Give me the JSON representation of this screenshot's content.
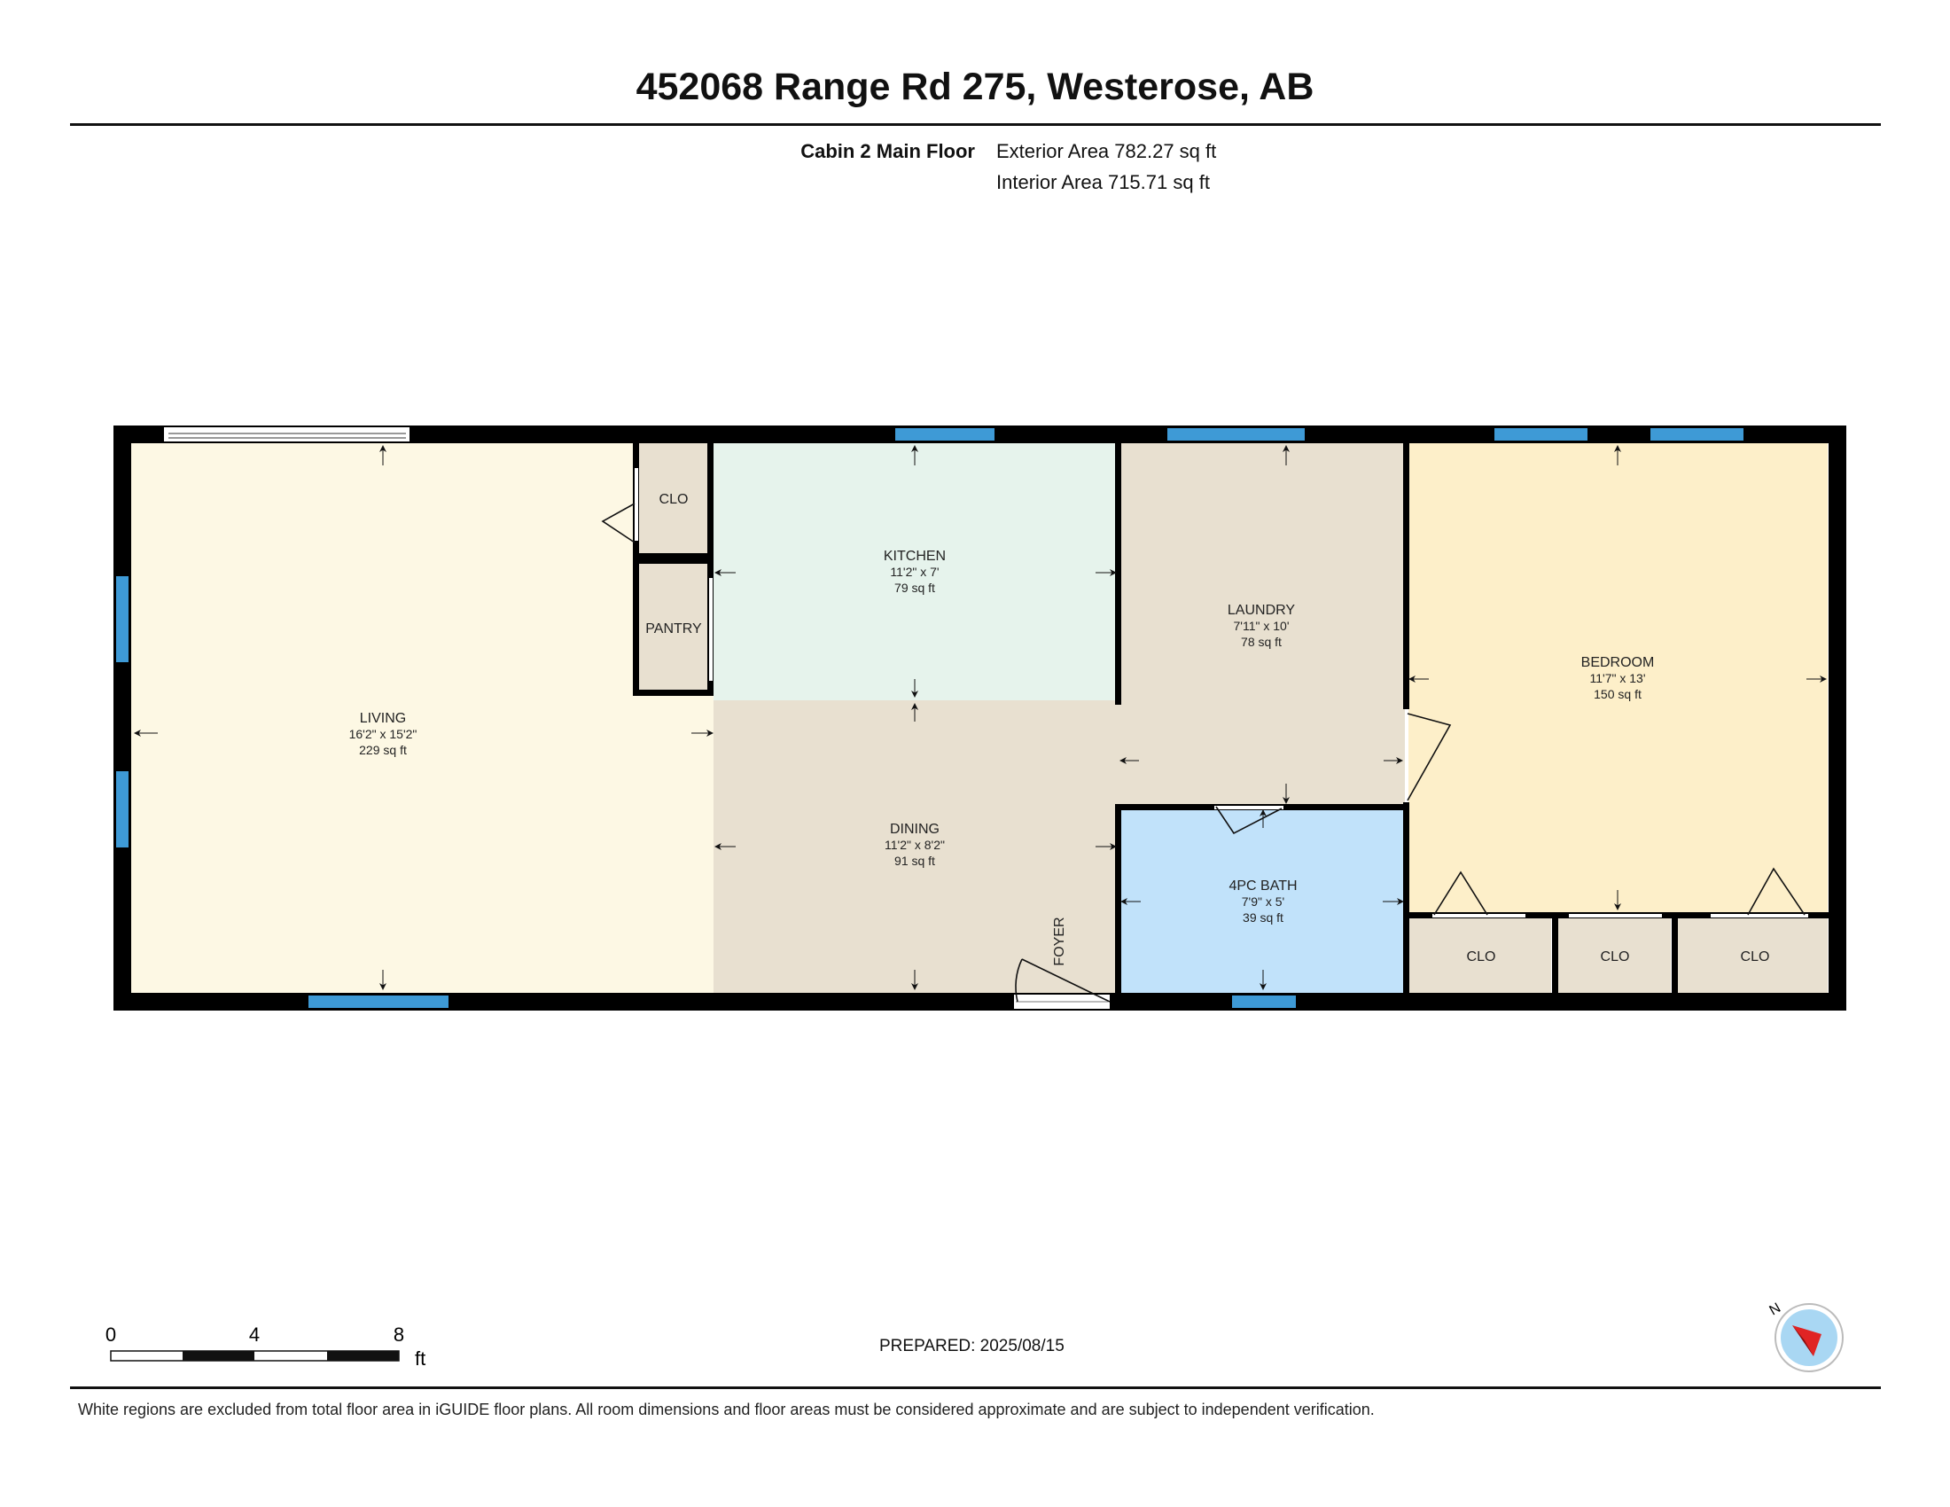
{
  "header": {
    "address": "452068 Range Rd 275, Westerose, AB",
    "floor_name": "Cabin 2 Main Floor",
    "exterior_area": "Exterior Area 782.27 sq ft",
    "interior_area": "Interior Area 715.71 sq ft"
  },
  "rooms": {
    "living": {
      "name": "LIVING",
      "dims": "16'2\" x 15'2\"",
      "area": "229 sq ft",
      "color": "#fdf8e4"
    },
    "kitchen": {
      "name": "KITCHEN",
      "dims": "11'2\" x 7'",
      "area": "79 sq ft",
      "color": "#e6f3ec"
    },
    "dining": {
      "name": "DINING",
      "dims": "11'2\" x 8'2\"",
      "area": "91 sq ft",
      "color": "#e8e0d0"
    },
    "laundry": {
      "name": "LAUNDRY",
      "dims": "7'11\" x 10'",
      "area": "78 sq ft",
      "color": "#e8e0d0"
    },
    "bath": {
      "name": "4PC BATH",
      "dims": "7'9\" x 5'",
      "area": "39 sq ft",
      "color": "#c1e2fa"
    },
    "bedroom": {
      "name": "BEDROOM",
      "dims": "11'7\" x 13'",
      "area": "150 sq ft",
      "color": "#fdefc9"
    },
    "closet_label": "CLO",
    "pantry_label": "PANTRY",
    "foyer_label": "FOYER",
    "closet_color": "#e8e0d0"
  },
  "colors": {
    "wall": "#000000",
    "window": "#3e9ad6"
  },
  "scale": {
    "tick_0": "0",
    "tick_4": "4",
    "tick_8": "8",
    "unit": "ft"
  },
  "compass": {
    "north": "N",
    "needle_color": "#e02424",
    "dial_color": "#a9d7f3"
  },
  "footer": {
    "prepared": "PREPARED: 2025/08/15",
    "disclaimer": "White regions are excluded from total floor area in iGUIDE floor plans. All room dimensions and floor areas must be considered approximate and are subject to independent verification."
  }
}
